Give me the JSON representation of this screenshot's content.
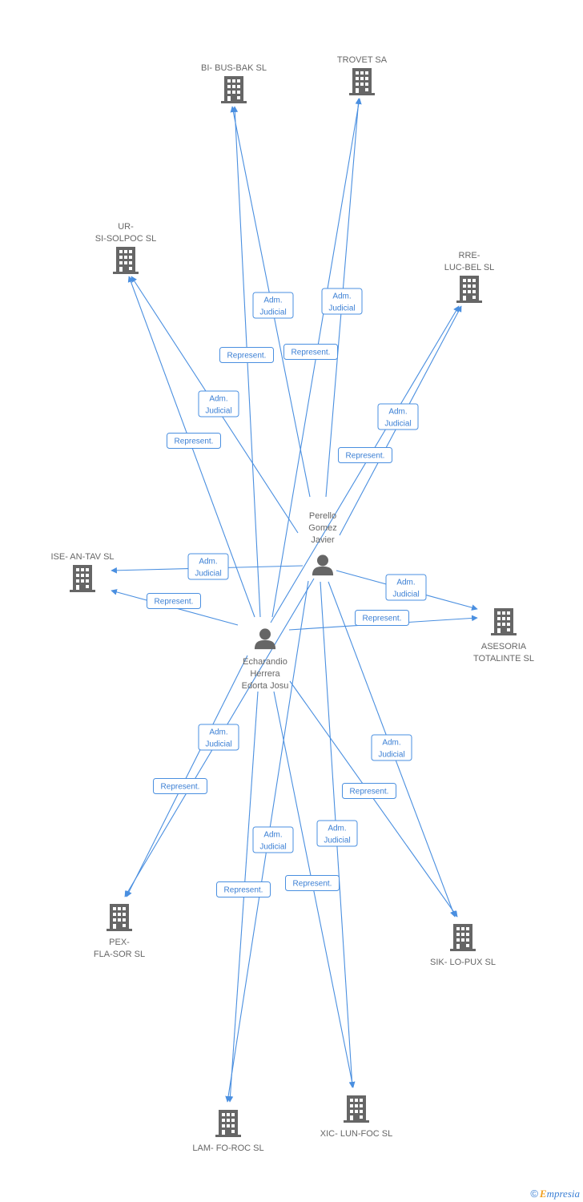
{
  "colors": {
    "edge": "#4a8fe0",
    "icon": "#666666",
    "label": "#666666"
  },
  "nodes": {
    "bibusbak": {
      "type": "company",
      "label": [
        "BI- BUS-BAK SL"
      ],
      "icon": "building-icon"
    },
    "trovet": {
      "type": "company",
      "label": [
        "TROVET SA"
      ],
      "icon": "building-icon"
    },
    "ursisolpoc": {
      "type": "company",
      "label": [
        "UR-",
        "SI-SOLPOC SL"
      ],
      "icon": "building-icon"
    },
    "rrelucbel": {
      "type": "company",
      "label": [
        "RRE-",
        "LUC-BEL SL"
      ],
      "icon": "building-icon"
    },
    "iseantav": {
      "type": "company",
      "label": [
        "ISE- AN-TAV SL"
      ],
      "icon": "building-icon"
    },
    "asesoria": {
      "type": "company",
      "label": [
        "ASESORIA",
        "TOTALINTE SL"
      ],
      "icon": "building-icon"
    },
    "pexflasor": {
      "type": "company",
      "label": [
        "PEX-",
        "FLA-SOR SL"
      ],
      "icon": "building-icon"
    },
    "siklopux": {
      "type": "company",
      "label": [
        "SIK- LO-PUX SL"
      ],
      "icon": "building-icon"
    },
    "lamforoc": {
      "type": "company",
      "label": [
        "LAM- FO-ROC SL"
      ],
      "icon": "building-icon"
    },
    "xiclunfoc": {
      "type": "company",
      "label": [
        "XIC- LUN-FOC SL"
      ],
      "icon": "building-icon"
    },
    "perello": {
      "type": "person",
      "label": [
        "Perello",
        "Gomez",
        "Javier"
      ],
      "icon": "person-icon"
    },
    "echarandio": {
      "type": "person",
      "label": [
        "Echarandio",
        "Herrera",
        "Edorta Josu"
      ],
      "icon": "person-icon"
    }
  },
  "edges": [
    {
      "from": "perello",
      "to": "bibusbak",
      "label": [
        "Adm.",
        "Judicial"
      ]
    },
    {
      "from": "echarandio",
      "to": "bibusbak",
      "label": [
        "Represent."
      ]
    },
    {
      "from": "perello",
      "to": "trovet",
      "label": [
        "Adm.",
        "Judicial"
      ]
    },
    {
      "from": "echarandio",
      "to": "trovet",
      "label": [
        "Represent."
      ]
    },
    {
      "from": "perello",
      "to": "ursisolpoc",
      "label": [
        "Adm.",
        "Judicial"
      ]
    },
    {
      "from": "echarandio",
      "to": "ursisolpoc",
      "label": [
        "Represent."
      ]
    },
    {
      "from": "perello",
      "to": "rrelucbel",
      "label": [
        "Adm.",
        "Judicial"
      ]
    },
    {
      "from": "echarandio",
      "to": "rrelucbel",
      "label": [
        "Represent."
      ]
    },
    {
      "from": "perello",
      "to": "iseantav",
      "label": [
        "Adm.",
        "Judicial"
      ]
    },
    {
      "from": "echarandio",
      "to": "iseantav",
      "label": [
        "Represent."
      ]
    },
    {
      "from": "perello",
      "to": "asesoria",
      "label": [
        "Adm.",
        "Judicial"
      ]
    },
    {
      "from": "echarandio",
      "to": "asesoria",
      "label": [
        "Represent."
      ]
    },
    {
      "from": "perello",
      "to": "pexflasor",
      "label": [
        "Adm.",
        "Judicial"
      ]
    },
    {
      "from": "echarandio",
      "to": "pexflasor",
      "label": [
        "Represent."
      ]
    },
    {
      "from": "perello",
      "to": "siklopux",
      "label": [
        "Adm.",
        "Judicial"
      ]
    },
    {
      "from": "echarandio",
      "to": "siklopux",
      "label": [
        "Represent."
      ]
    },
    {
      "from": "perello",
      "to": "lamforoc",
      "label": [
        "Adm.",
        "Judicial"
      ]
    },
    {
      "from": "echarandio",
      "to": "lamforoc",
      "label": [
        "Represent."
      ]
    },
    {
      "from": "echarandio",
      "to": "xiclunfoc",
      "label": [
        "Represent."
      ]
    },
    {
      "from": "perello",
      "to": "xiclunfoc",
      "label": [
        "Adm.",
        "Judicial"
      ]
    }
  ],
  "footer": {
    "copyright": "©",
    "brand_initial": "E",
    "brand_rest": "mpresia"
  }
}
